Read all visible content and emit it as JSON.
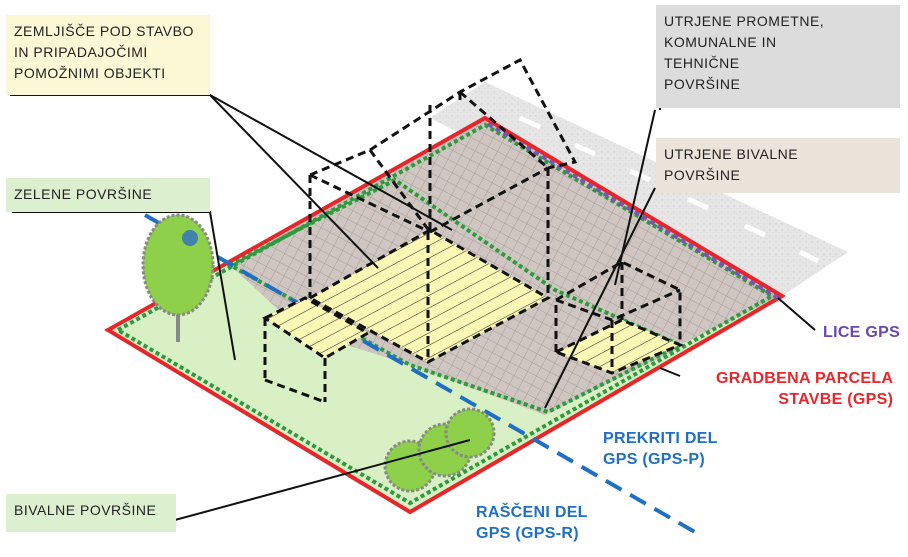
{
  "labels": {
    "zemljisce": [
      "ZEMLJIŠČE POD STAVBO",
      "IN PRIPADAJOČIMI",
      "POMOŽNIMI OBJEKTI"
    ],
    "utrjene_prometne": [
      "UTRJENE PROMETNE,",
      "KOMUNALNE IN",
      "TEHNIČNE",
      "POVRŠINE"
    ],
    "utrjene_bivalne": [
      "UTRJENE BIVALNE",
      "POVRŠINE"
    ],
    "zelene": "ZELENE POVRŠINE",
    "bivalne": "BIVALNE POVRŠINE",
    "lice_gps": "LICE GPS",
    "gradbena_parcela": [
      "GRADBENA PARCELA",
      "STAVBE (GPS)"
    ],
    "prekriti_del": [
      "PREKRITI DEL",
      "GPS (GPS-P)"
    ],
    "rasceni_del": [
      "RAŠČENI DEL",
      "GPS (GPS-R)"
    ]
  },
  "colors": {
    "parcel_border": "#e8262a",
    "green_dots": "#2e9a3e",
    "lawn": "#d9f0c4",
    "paving": "#c9bfba",
    "road": "#e3e3e3",
    "hatch_fill": "#fbf7b5",
    "blue_line": "#1f6fc4",
    "purple_line": "#7a55b8",
    "label_green_bg": "#dcefcf",
    "label_yellow_bg": "#fcf8d6",
    "label_gray_bg": "#dcdcdc",
    "label_beige_bg": "#ece3da",
    "label_blue_text": "#1f6fc4",
    "label_red_text": "#e8262a",
    "label_purple_text": "#6b48ab"
  }
}
